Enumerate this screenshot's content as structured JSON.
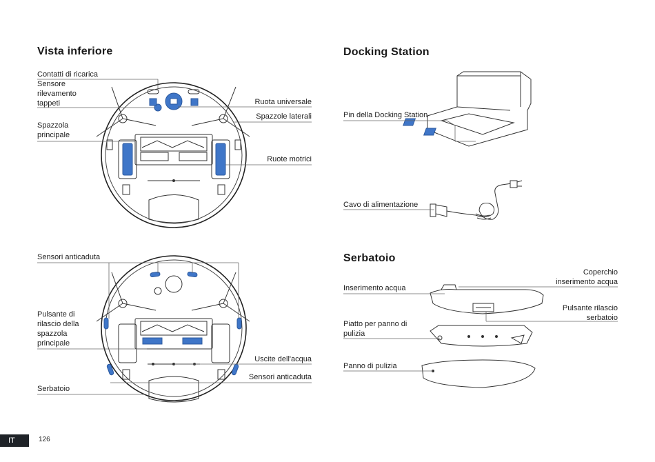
{
  "colors": {
    "accent": "#3f76c8",
    "line": "#555555",
    "ink": "#1a1a1a"
  },
  "bottom_view": {
    "title": "Vista inferiore",
    "labels": {
      "charging_contacts": "Contatti di ricarica",
      "carpet_sensor": "Sensore\nrilevamento\ntappeti",
      "universal_wheel": "Ruota universale",
      "side_brushes": "Spazzole laterali",
      "main_brush": "Spazzola\nprincipale",
      "drive_wheels": "Ruote motrici"
    }
  },
  "docking_station": {
    "title": "Docking Station",
    "labels": {
      "dock_pins": "Pin della Docking Station",
      "power_cable": "Cavo di alimentazione"
    }
  },
  "bottom_view_2": {
    "labels": {
      "cliff_sensors_top": "Sensori anticaduta",
      "brush_release": "Pulsante di\nrilascio della\nspazzola\nprincipale",
      "water_outlets": "Uscite dell'acqua",
      "cliff_sensors_bottom": "Sensori anticaduta",
      "tank": "Serbatoio"
    }
  },
  "water_tank": {
    "title": "Serbatoio",
    "labels": {
      "water_inlet": "Inserimento acqua",
      "inlet_cover": "Coperchio\ninserimento acqua",
      "mop_plate": "Piatto per panno di\npulizia",
      "tank_release": "Pulsante rilascio\nserbatoio",
      "mop_cloth": "Panno di pulizia"
    }
  },
  "footer": {
    "language": "IT",
    "page_number": "126"
  }
}
